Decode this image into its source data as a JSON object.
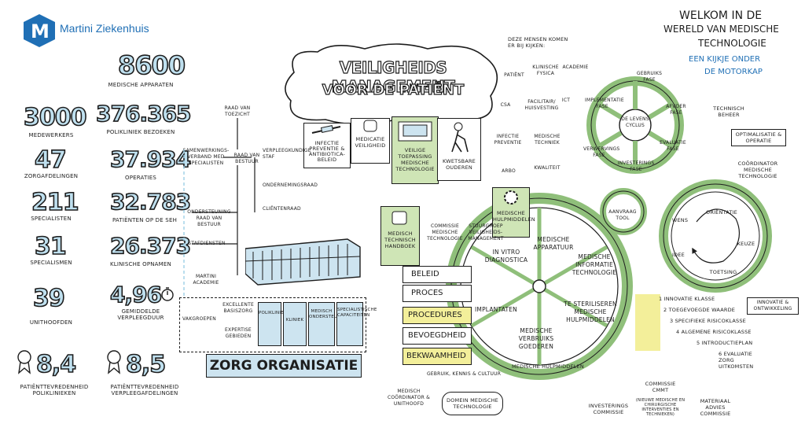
{
  "brand": {
    "name": "Martini Ziekenhuis"
  },
  "welcome": {
    "line1": "WELKOM IN DE",
    "line2": "WERELD VAN MEDISCHE",
    "line3": "TECHNOLOGIE",
    "sub1": "EEN KIJKJE ONDER",
    "sub2": "DE MOTORKAP"
  },
  "stats_left": [
    {
      "value": "3000",
      "label": "MEDEWERKERS"
    },
    {
      "value": "47",
      "label": "ZORGAFDELINGEN"
    },
    {
      "value": "211",
      "label": "SPECIALISTEN"
    },
    {
      "value": "31",
      "label": "SPECIALISMEN"
    },
    {
      "value": "39",
      "label": "UNITHOOFDEN"
    },
    {
      "value": "8,4",
      "label": "PATIËNTTEVREDENHEID POLIKLINIEKEN"
    }
  ],
  "stats_right": [
    {
      "value": "8600",
      "label": "MEDISCHE APPARATEN"
    },
    {
      "value": "376.365",
      "label": "POLIKLINIEK BEZOEKEN"
    },
    {
      "value": "37.934",
      "label": "OPERATIES"
    },
    {
      "value": "32.783",
      "label": "PATIËNTEN OP DE SEH"
    },
    {
      "value": "26.373",
      "label": "KLINISCHE OPNAMEN"
    },
    {
      "value": "4,96",
      "label": "GEMIDDELDE VERPLEEGDUUR"
    },
    {
      "value": "8,5",
      "label": "PATIËNTTEVREDENHEID VERPLEEGAFDELINGEN"
    }
  ],
  "safety": {
    "title1": "VEILIGHEIDS MANAGEMENT",
    "title2": "VOOR DE PATIËNT",
    "items": [
      "INFECTIE PREVENTIE & ANTIBIOTICA-BELEID",
      "MEDICATIE VEILIGHEID",
      "VEILIGE TOEPASSING MEDISCHE TECHNOLOGIE",
      "KWETSBARE OUDEREN"
    ]
  },
  "org": {
    "raad_toezicht": "RAAD VAN TOEZICHT",
    "raad_bestuur": "RAAD VAN BESTUUR",
    "samenwerking": "SAMENWERKINGS-VERBAND MED SPECIALISTEN",
    "verpleeg_staf": "VERPLEEGKUNDIGE STAF",
    "ondernemingsraad": "ONDERNEMINGSRAAD",
    "clientenraad": "CLIËNTENRAAD",
    "ondersteuning": "ONDERSTEUNING RAAD VAN BESTUUR",
    "stafdiensten": "STAFDIENSTEN",
    "academie": "MARTINI ACADEMIE",
    "vakgroepen": "VAKGROEPEN",
    "excellente": "EXCELLENTE BASISZORG",
    "expertise": "EXPERTISE GEBIEDEN",
    "units": [
      "POLIKLINIEKEN",
      "KLINIEK",
      "MEDISCH ONDERSTEUNEND",
      "SPECIALISTISCHE CAPACITEITEN"
    ],
    "banner": "ZORG ORGANISATIE"
  },
  "people": {
    "intro": "DEZE MENSEN KOMEN ER BIJ KIJKEN:",
    "list": [
      "PATIËNT",
      "KLINISCHE FYSICA",
      "ACADEMIE",
      "CSA",
      "FACILITAIR/ HUISVESTING",
      "ICT",
      "INFECTIE PREVENTIE",
      "MEDISCHE TECHNIEK",
      "ARBO",
      "KWALITEIT"
    ]
  },
  "lifecycle": {
    "center": "DE LEVENS CYCLUS",
    "phases": [
      "GEBRUIKS FASE",
      "AFVOER FASE",
      "EVALUATIE FASE",
      "INVESTERINGS FASE",
      "VERWERVINGS FASE",
      "IMPLEMENTATIE FASE"
    ],
    "technisch_beheer": "TECHNISCH BEHEER",
    "optimalisatie": "OPTIMALISATIE & OPERATIE",
    "coordinator": "COÖRDINATOR MEDISCHE TECHNOLOGIE"
  },
  "wheel": {
    "segments": [
      "IN VITRO DIAGNOSTICA",
      "MEDISCHE APPARATUUR",
      "MEDISCHE INFORMATIE TECHNOLOGIE",
      "TE STERILISEREN MEDISCHE HULPMIDDELEN",
      "MEDISCHE VERBRUIKS GOEDEREN",
      "IMPLANTATEN"
    ],
    "hulpmiddelen_tag": "MEDISCHE HULPMIDDELEN",
    "handboek": "MEDISCH TECHNISCH HANDBOEK",
    "commissie_mt": "COMMISSIE MEDISCHE TECHNOLOGIE",
    "stuurgroep": "STUURGROEP VEILIGHEIDS-MANAGEMENT",
    "ribbon": [
      "BELEID",
      "PROCES",
      "PROCEDURES",
      "BEVOEGDHEID",
      "BEKWAAMHEID"
    ],
    "gebruik": "GEBRUIK, KENNIS & CULTUUR",
    "arc": "MEDISCHE HULPMIDDELEN"
  },
  "innovation": {
    "aanvraag": "AANVRAAG TOOL",
    "steps": [
      "WENS",
      "ORIËNTATIE",
      "KEUZE",
      "IDEE",
      "TOETSING"
    ],
    "innovatie": "INNOVATIE & ONTWIKKELING",
    "list": [
      "1 INNOVATIE KLASSE",
      "2 TOEGEVOEGDE WAARDE",
      "3 SPECIFIEKE RISICOKLASSE",
      "4 ALGEMENE RISICOKLASSE",
      "5 INTRODUCTIEPLAN",
      "6 EVALUATIE ZORG UITKOMSTEN"
    ]
  },
  "bottom": {
    "coordinator": "MEDISCH COÖRDINATOR & UNITHOOFD",
    "domein": "DOMEIN MEDISCHE TECHNOLOGIE",
    "investerings": "INVESTERINGS COMMISSIE",
    "commissie_cmt": "COMMISSIE CMMT",
    "commissie_cmt_note": "(NIEUWE MEDISCHE EN CHIRURGISCHE INTERVENTIES EN TECHNIEKEN)",
    "materiaal": "MATERIAAL ADVIES COMMISSIE"
  },
  "colors": {
    "accent_blue": "#bfe0ef",
    "green": "#cfe5b6",
    "yellow": "#f3ef9a",
    "brand_blue": "#1f6fb5"
  }
}
